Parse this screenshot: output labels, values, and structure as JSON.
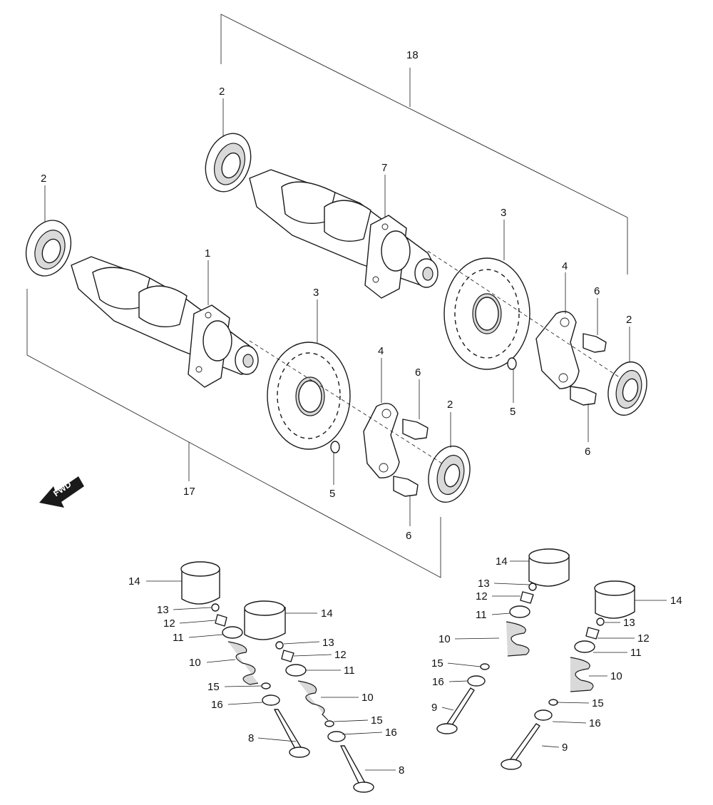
{
  "diagram": {
    "fwd_label": "FWD",
    "callouts": {
      "c1": "1",
      "c2": "2",
      "c3": "3",
      "c4": "4",
      "c5": "5",
      "c6": "6",
      "c7": "7",
      "c8": "8",
      "c9": "9",
      "c10": "10",
      "c11": "11",
      "c12": "12",
      "c13": "13",
      "c14": "14",
      "c15": "15",
      "c16": "16",
      "c17": "17",
      "c18": "18"
    }
  }
}
